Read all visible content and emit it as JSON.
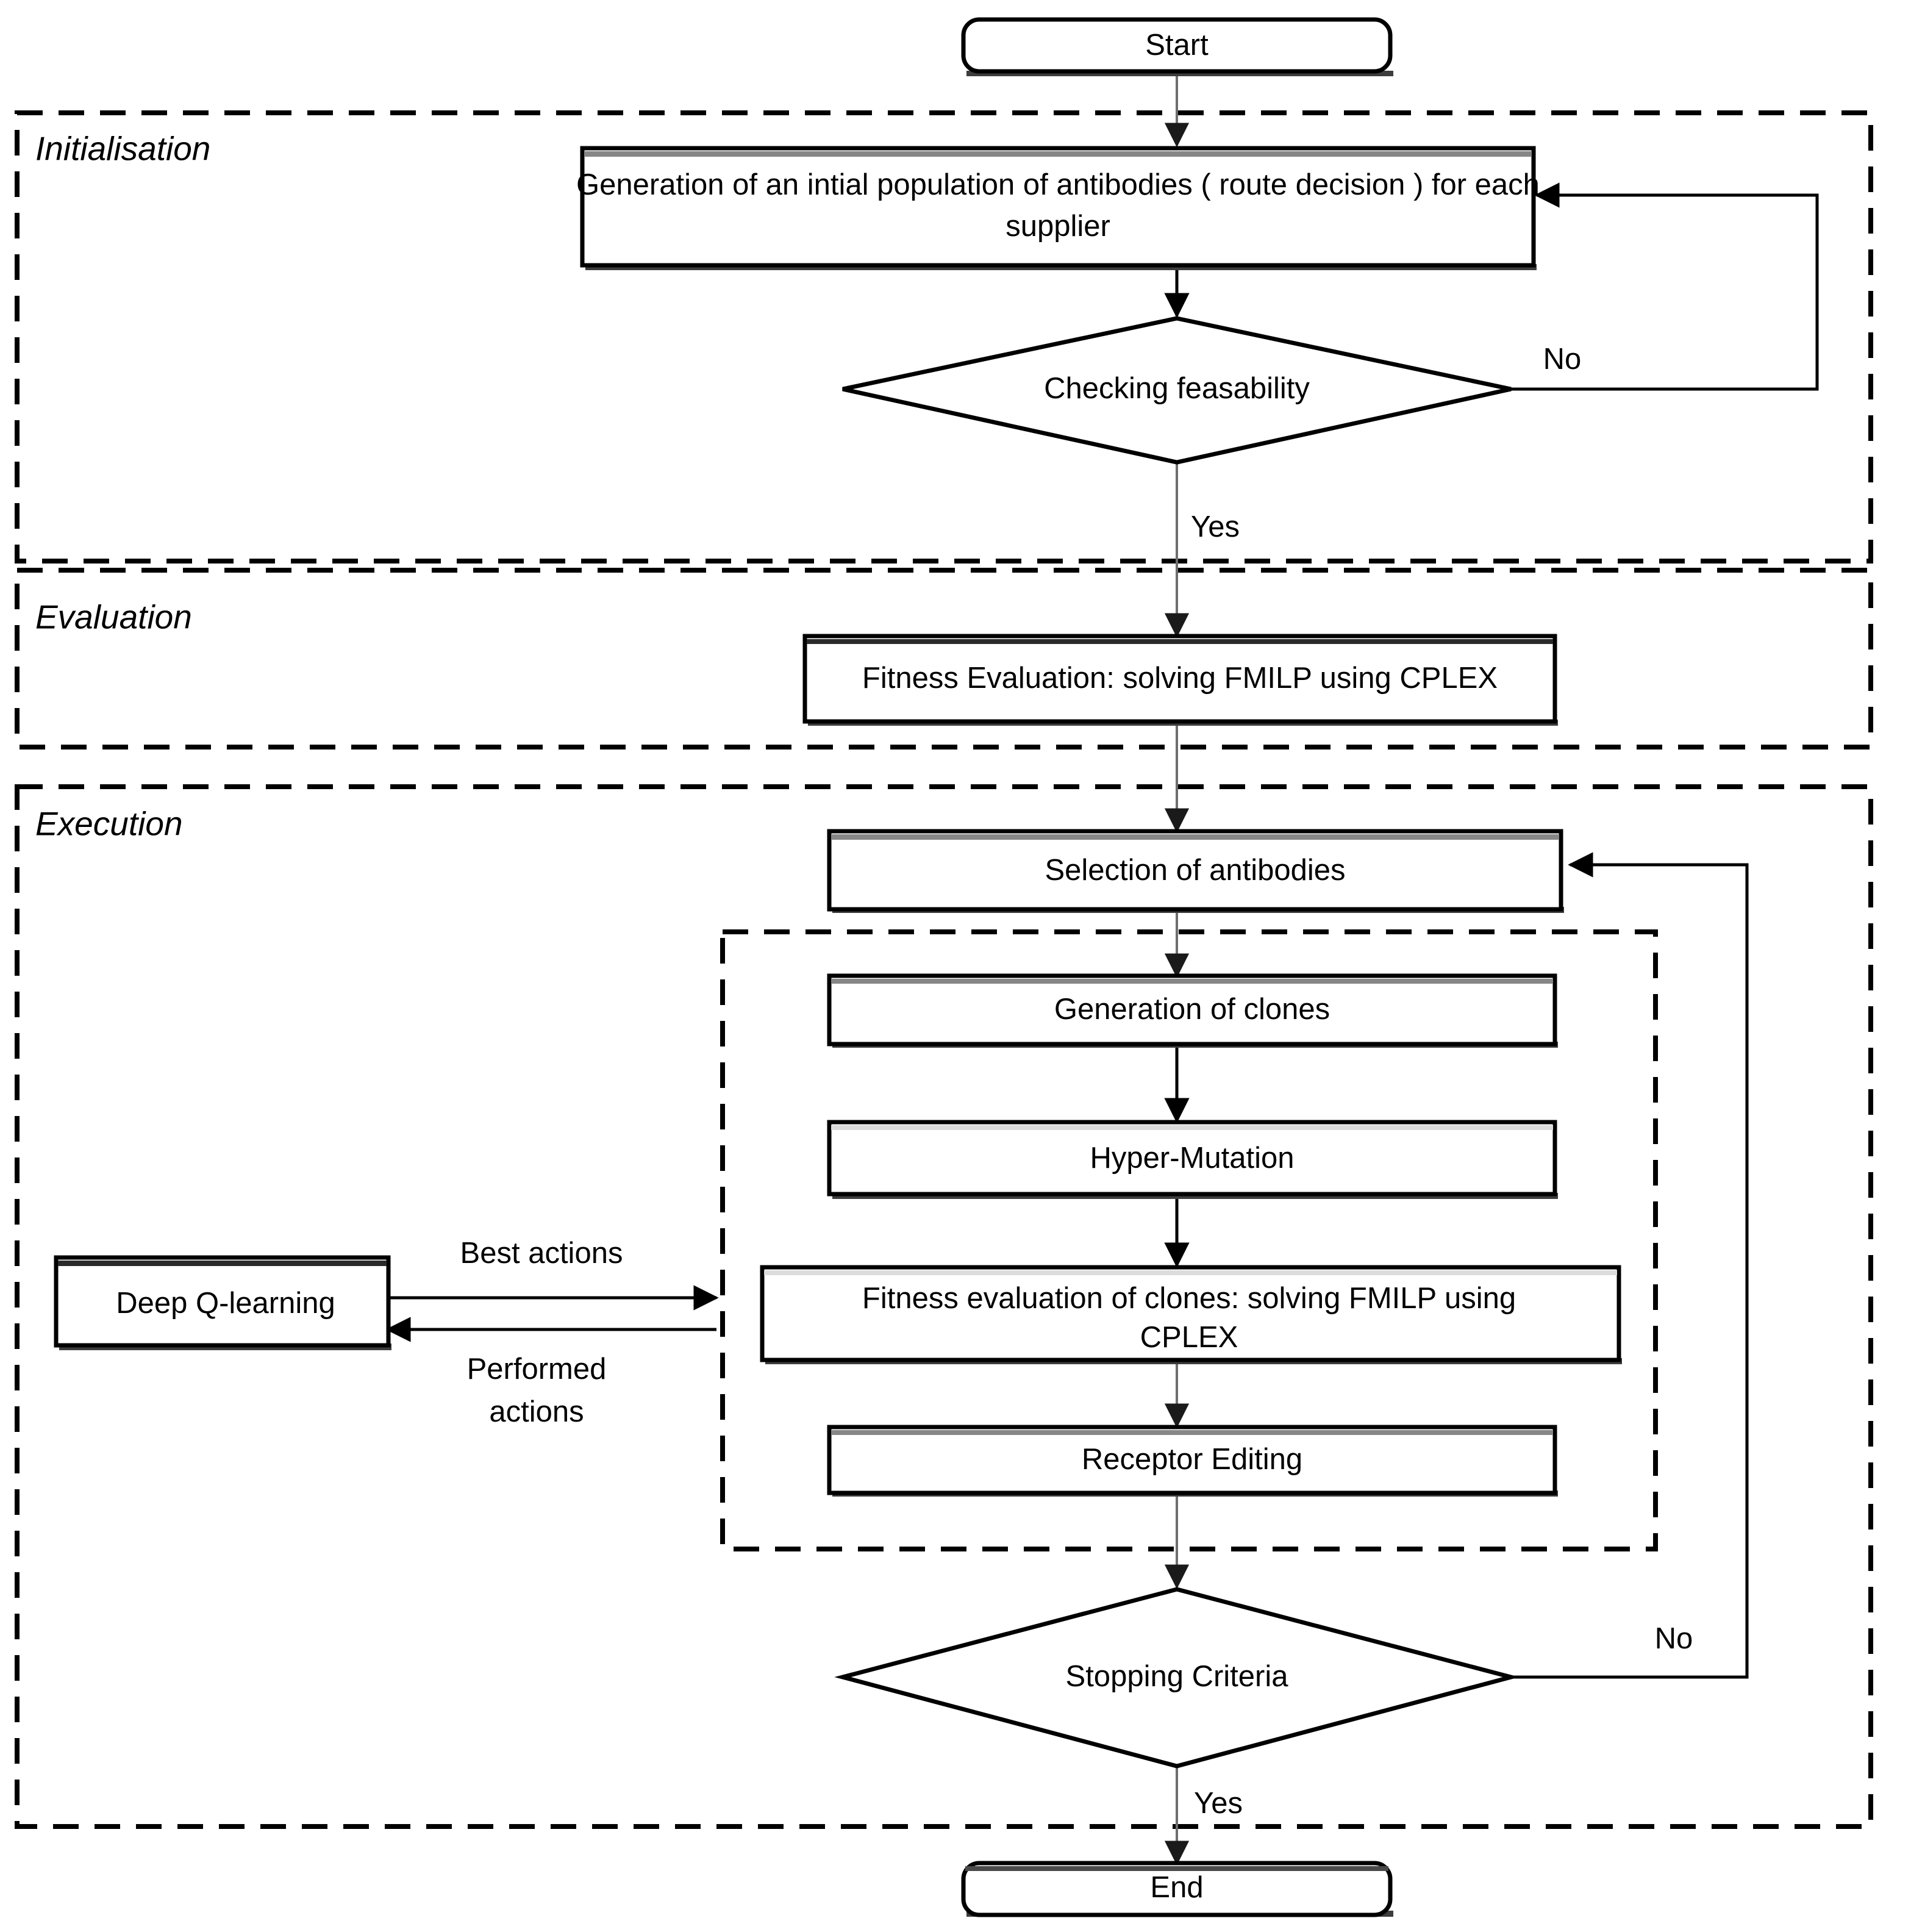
{
  "diagram": {
    "title": "Hybrid immune algorithm with Deep Q-learning flowchart",
    "type": "flowchart",
    "colors": {
      "background": "#ffffff",
      "node_stroke": "#000000",
      "node_fill": "#ffffff",
      "shadow": "#3d3d3d",
      "connector_light": "#6e6e6e",
      "connector_dark": "#000000"
    }
  },
  "groups": [
    {
      "id": "initialisation",
      "label": "Initialisation"
    },
    {
      "id": "evaluation",
      "label": "Evaluation"
    },
    {
      "id": "execution",
      "label": "Execution"
    },
    {
      "id": "clonal-inner",
      "label": ""
    }
  ],
  "nodes": [
    {
      "id": "start",
      "shape": "terminator",
      "label": "Start"
    },
    {
      "id": "generation-initial-population",
      "shape": "process",
      "label_line1": "Generation of an intial population of antibodies ( route decision ) for each",
      "label_line2": "supplier"
    },
    {
      "id": "checking-feasability",
      "shape": "decision",
      "label": "Checking feasability"
    },
    {
      "id": "fitness-evaluation",
      "shape": "process",
      "label": "Fitness Evaluation: solving FMILP using CPLEX"
    },
    {
      "id": "selection-of-antibodies",
      "shape": "process",
      "label": "Selection of antibodies"
    },
    {
      "id": "generation-of-clones",
      "shape": "process",
      "label": "Generation of clones"
    },
    {
      "id": "hyper-mutation",
      "shape": "process",
      "label": "Hyper-Mutation"
    },
    {
      "id": "fitness-evaluation-clones",
      "shape": "process",
      "label_line1": "Fitness evaluation of clones:  solving FMILP using",
      "label_line2": "CPLEX"
    },
    {
      "id": "receptor-editing",
      "shape": "process",
      "label": "Receptor Editing"
    },
    {
      "id": "deep-q-learning",
      "shape": "process",
      "label": "Deep Q-learning"
    },
    {
      "id": "stopping-criteria",
      "shape": "decision",
      "label": "Stopping Criteria"
    },
    {
      "id": "end",
      "shape": "terminator",
      "label": "End"
    }
  ],
  "edge_labels": {
    "feasability_no": "No",
    "feasability_yes": "Yes",
    "stopping_no": "No",
    "stopping_yes": "Yes",
    "best_actions": "Best actions",
    "performed_actions_line1": "Performed",
    "performed_actions_line2": "actions"
  }
}
